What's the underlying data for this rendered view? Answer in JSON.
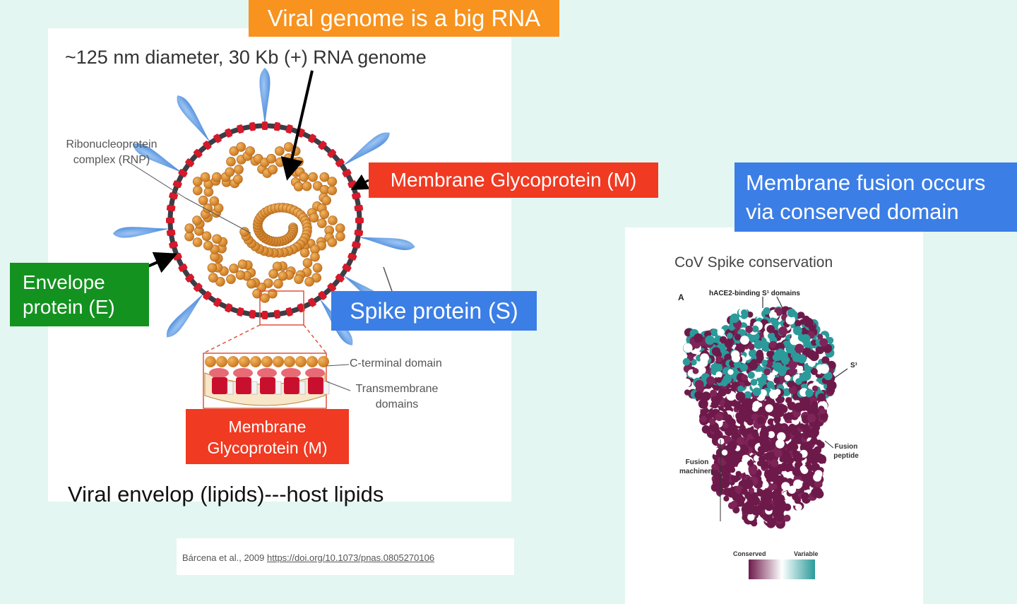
{
  "left_figure": {
    "top_banner": "Viral genome is a big RNA",
    "subtitle": "~125 nm diameter, 30 Kb (+) RNA genome",
    "rnp_label_line1": "Ribonucleoprotein",
    "rnp_label_line2": "complex (RNP)",
    "membrane_label": "Membrane Glycoprotein (M)",
    "envelope_line1": "Envelope",
    "envelope_line2": "protein (E)",
    "spike_label": "Spike protein (S)",
    "c_terminal": "C-terminal domain",
    "transmembrane_line1": "Transmembrane",
    "transmembrane_line2": "domains",
    "membrane_box_line1": "Membrane",
    "membrane_box_line2": "Glycoprotein (M)",
    "envelope_caption": "Viral envelop (lipids)---host lipids",
    "citation_text": "Bárcena et al., 2009 ",
    "citation_link": "https://doi.org/10.1073/pnas.0805270106"
  },
  "right_figure": {
    "banner_line1": "Membrane fusion occurs",
    "banner_line2": "via conserved domain",
    "title": "CoV Spike conservation",
    "panel_letter": "A",
    "top_annotation": "hACE2-binding S¹ domains",
    "s1_annotation": "S¹",
    "fusion_machinery_line1": "Fusion",
    "fusion_machinery_line2": "machinery",
    "fusion_peptide_line1": "Fusion",
    "fusion_peptide_line2": "peptide",
    "legend_conserved": "Conserved",
    "legend_variable": "Variable"
  },
  "colors": {
    "background": "#e3f6f2",
    "orange_banner": "#f7931e",
    "red_label": "#f03a22",
    "green_label": "#13921f",
    "blue_label": "#3b7ee6",
    "conserved": "#6d1a4a",
    "variable": "#2b9a9a",
    "rnp": "#d98a2a",
    "spike": "#4a8fe0"
  }
}
